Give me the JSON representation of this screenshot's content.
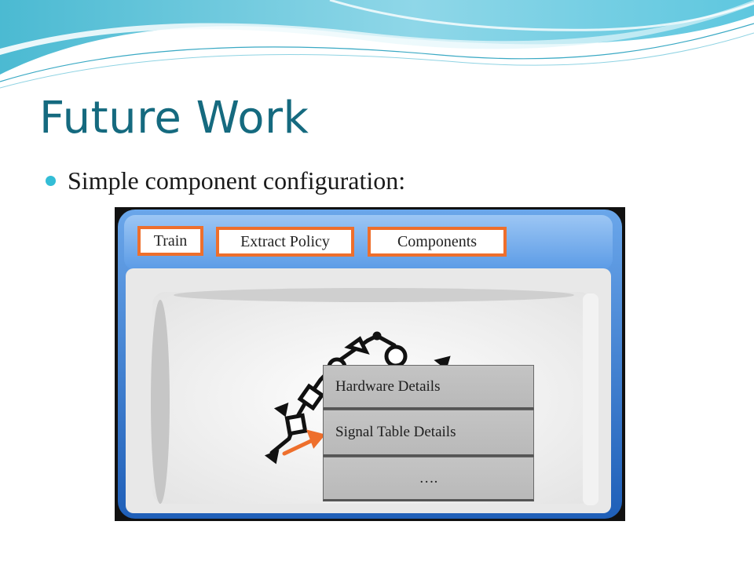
{
  "slide": {
    "title": "Future Work",
    "bullet": "Simple component configuration:"
  },
  "tabs": [
    {
      "label": "Train"
    },
    {
      "label": "Extract Policy"
    },
    {
      "label": "Components"
    }
  ],
  "menu": {
    "items": [
      {
        "label": "Hardware Details"
      },
      {
        "label": "Signal Table Details"
      },
      {
        "label": "…."
      }
    ]
  },
  "colors": {
    "title": "#156a7f",
    "bullet": "#33bdd6",
    "tab_border": "#ee6f2c",
    "window_frame": "#2a6fc4",
    "arrow": "#ee6f2c"
  }
}
